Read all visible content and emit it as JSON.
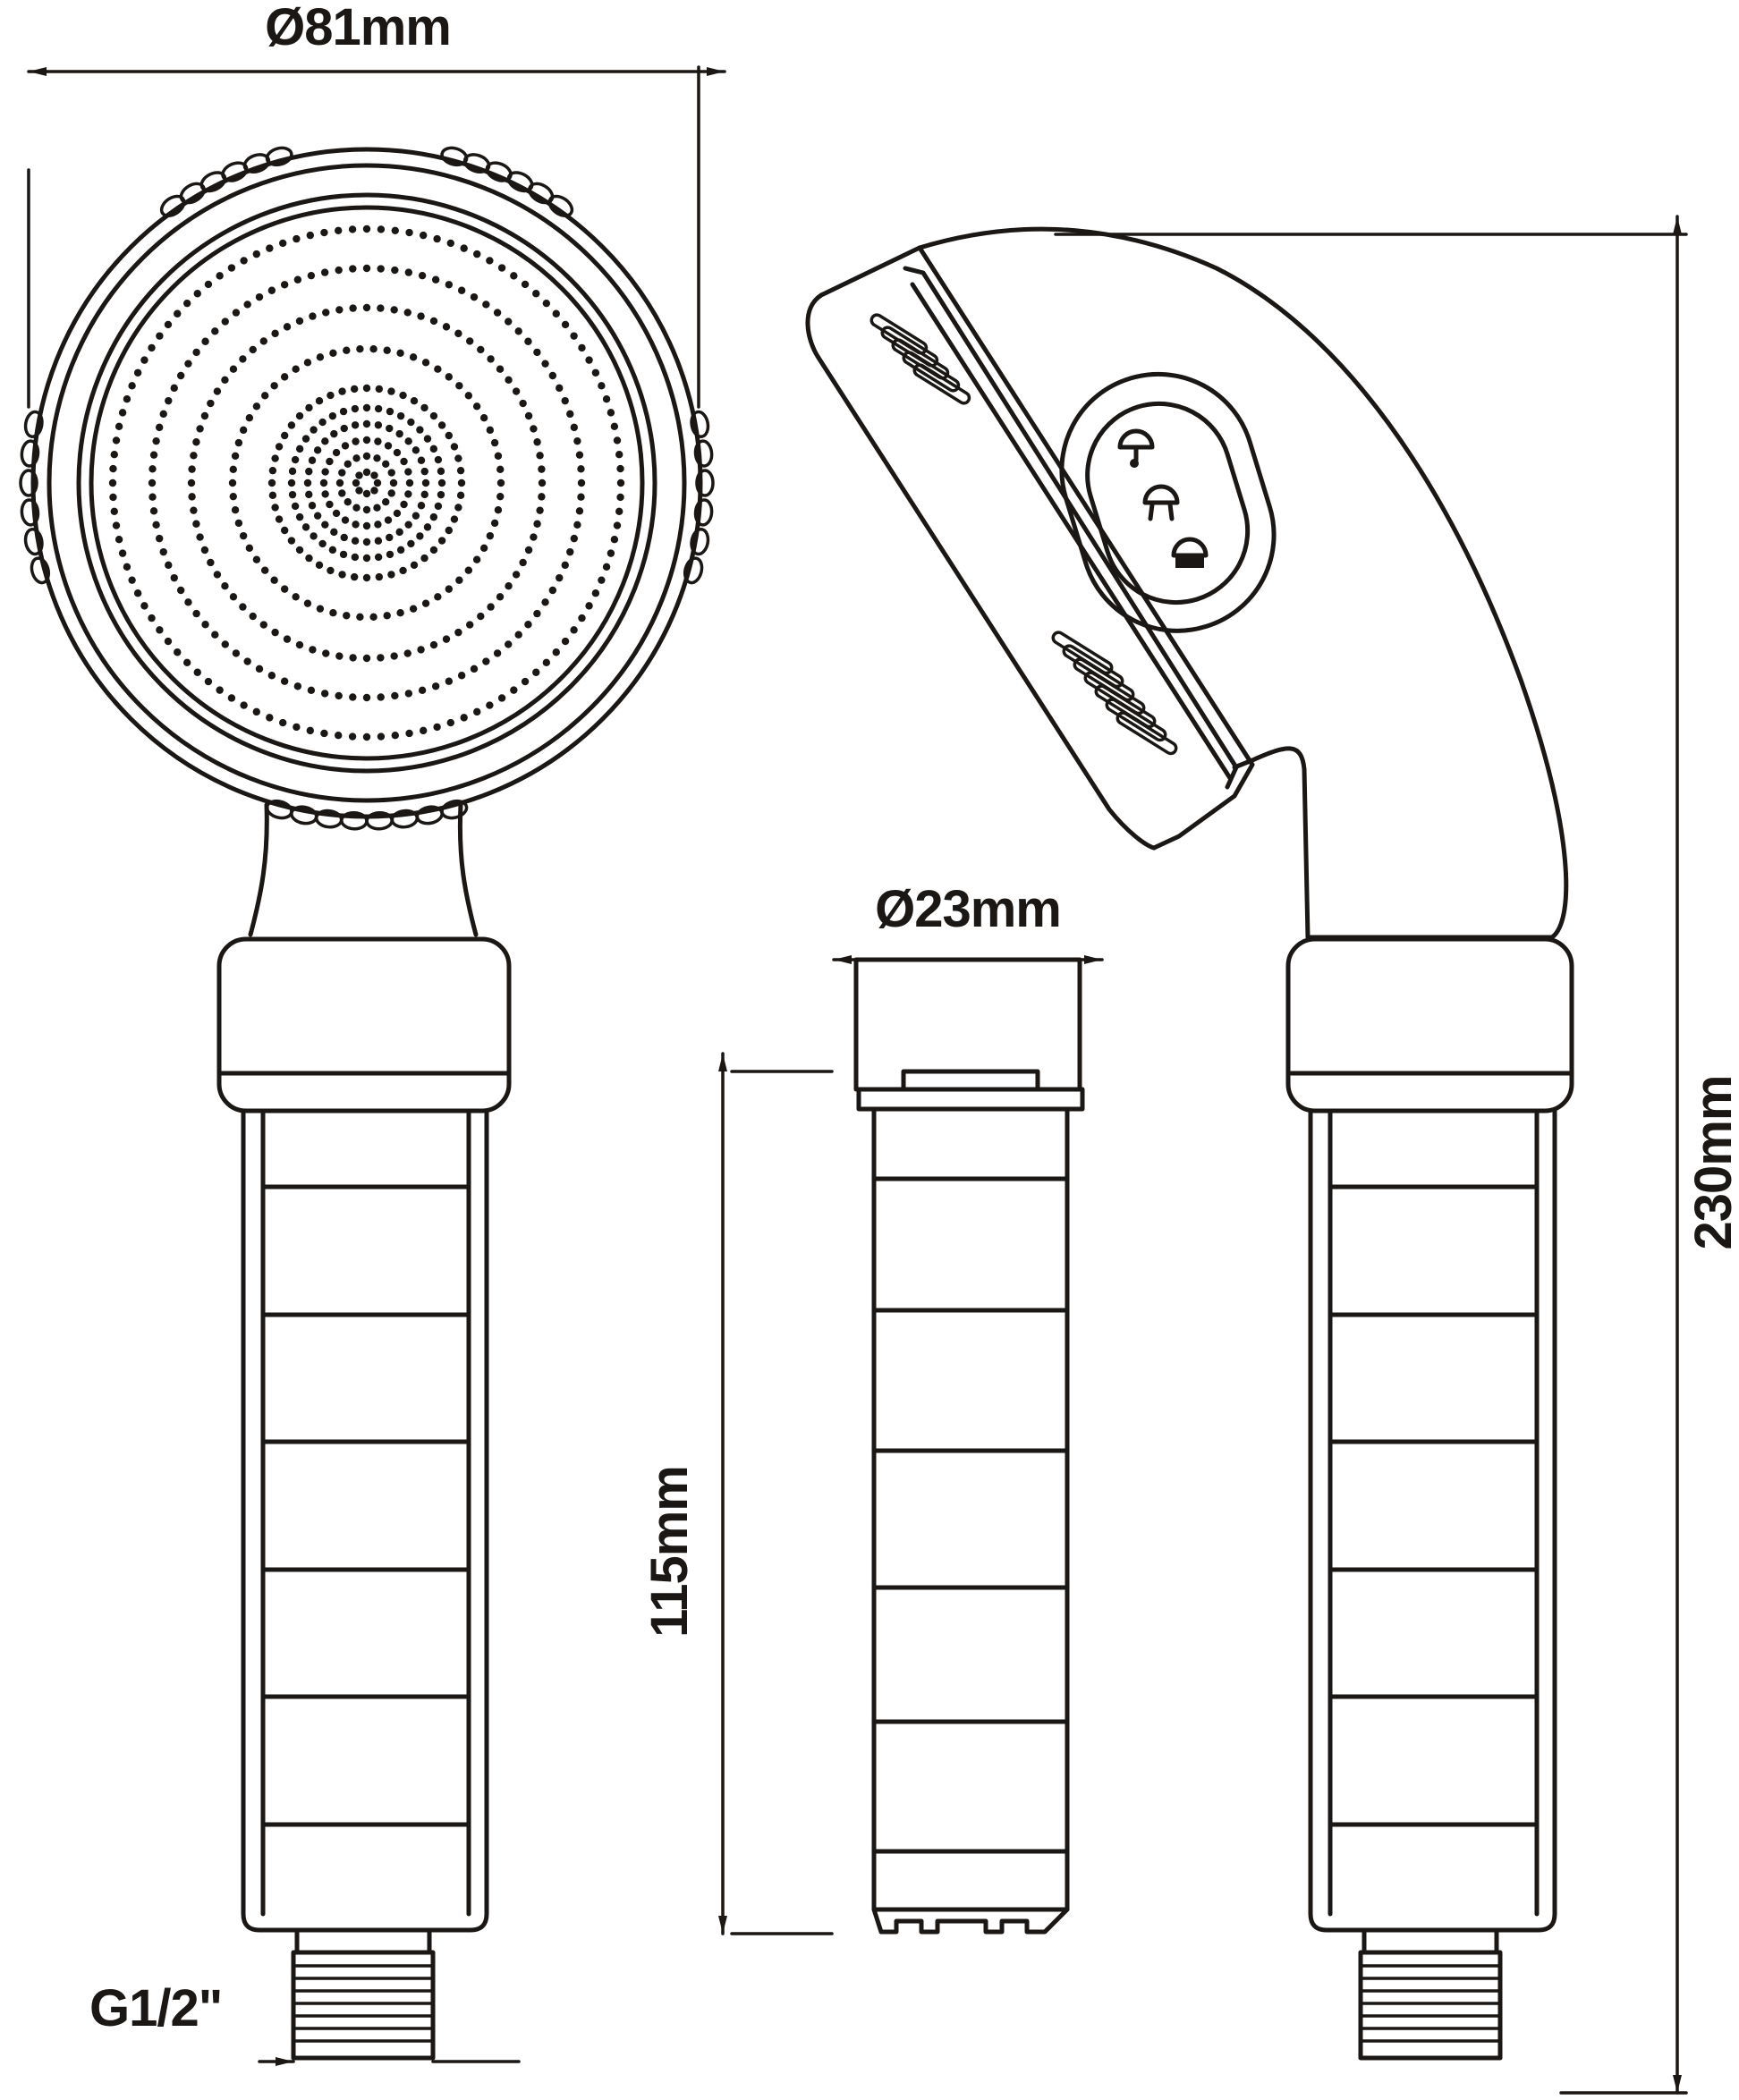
{
  "dimensions": {
    "head_diameter": "Ø81mm",
    "filter_diameter": "Ø23mm",
    "filter_length": "115mm",
    "total_length": "230mm",
    "thread": "G1/2\""
  },
  "colors": {
    "stroke": "#1a1714",
    "background": "#ffffff"
  }
}
